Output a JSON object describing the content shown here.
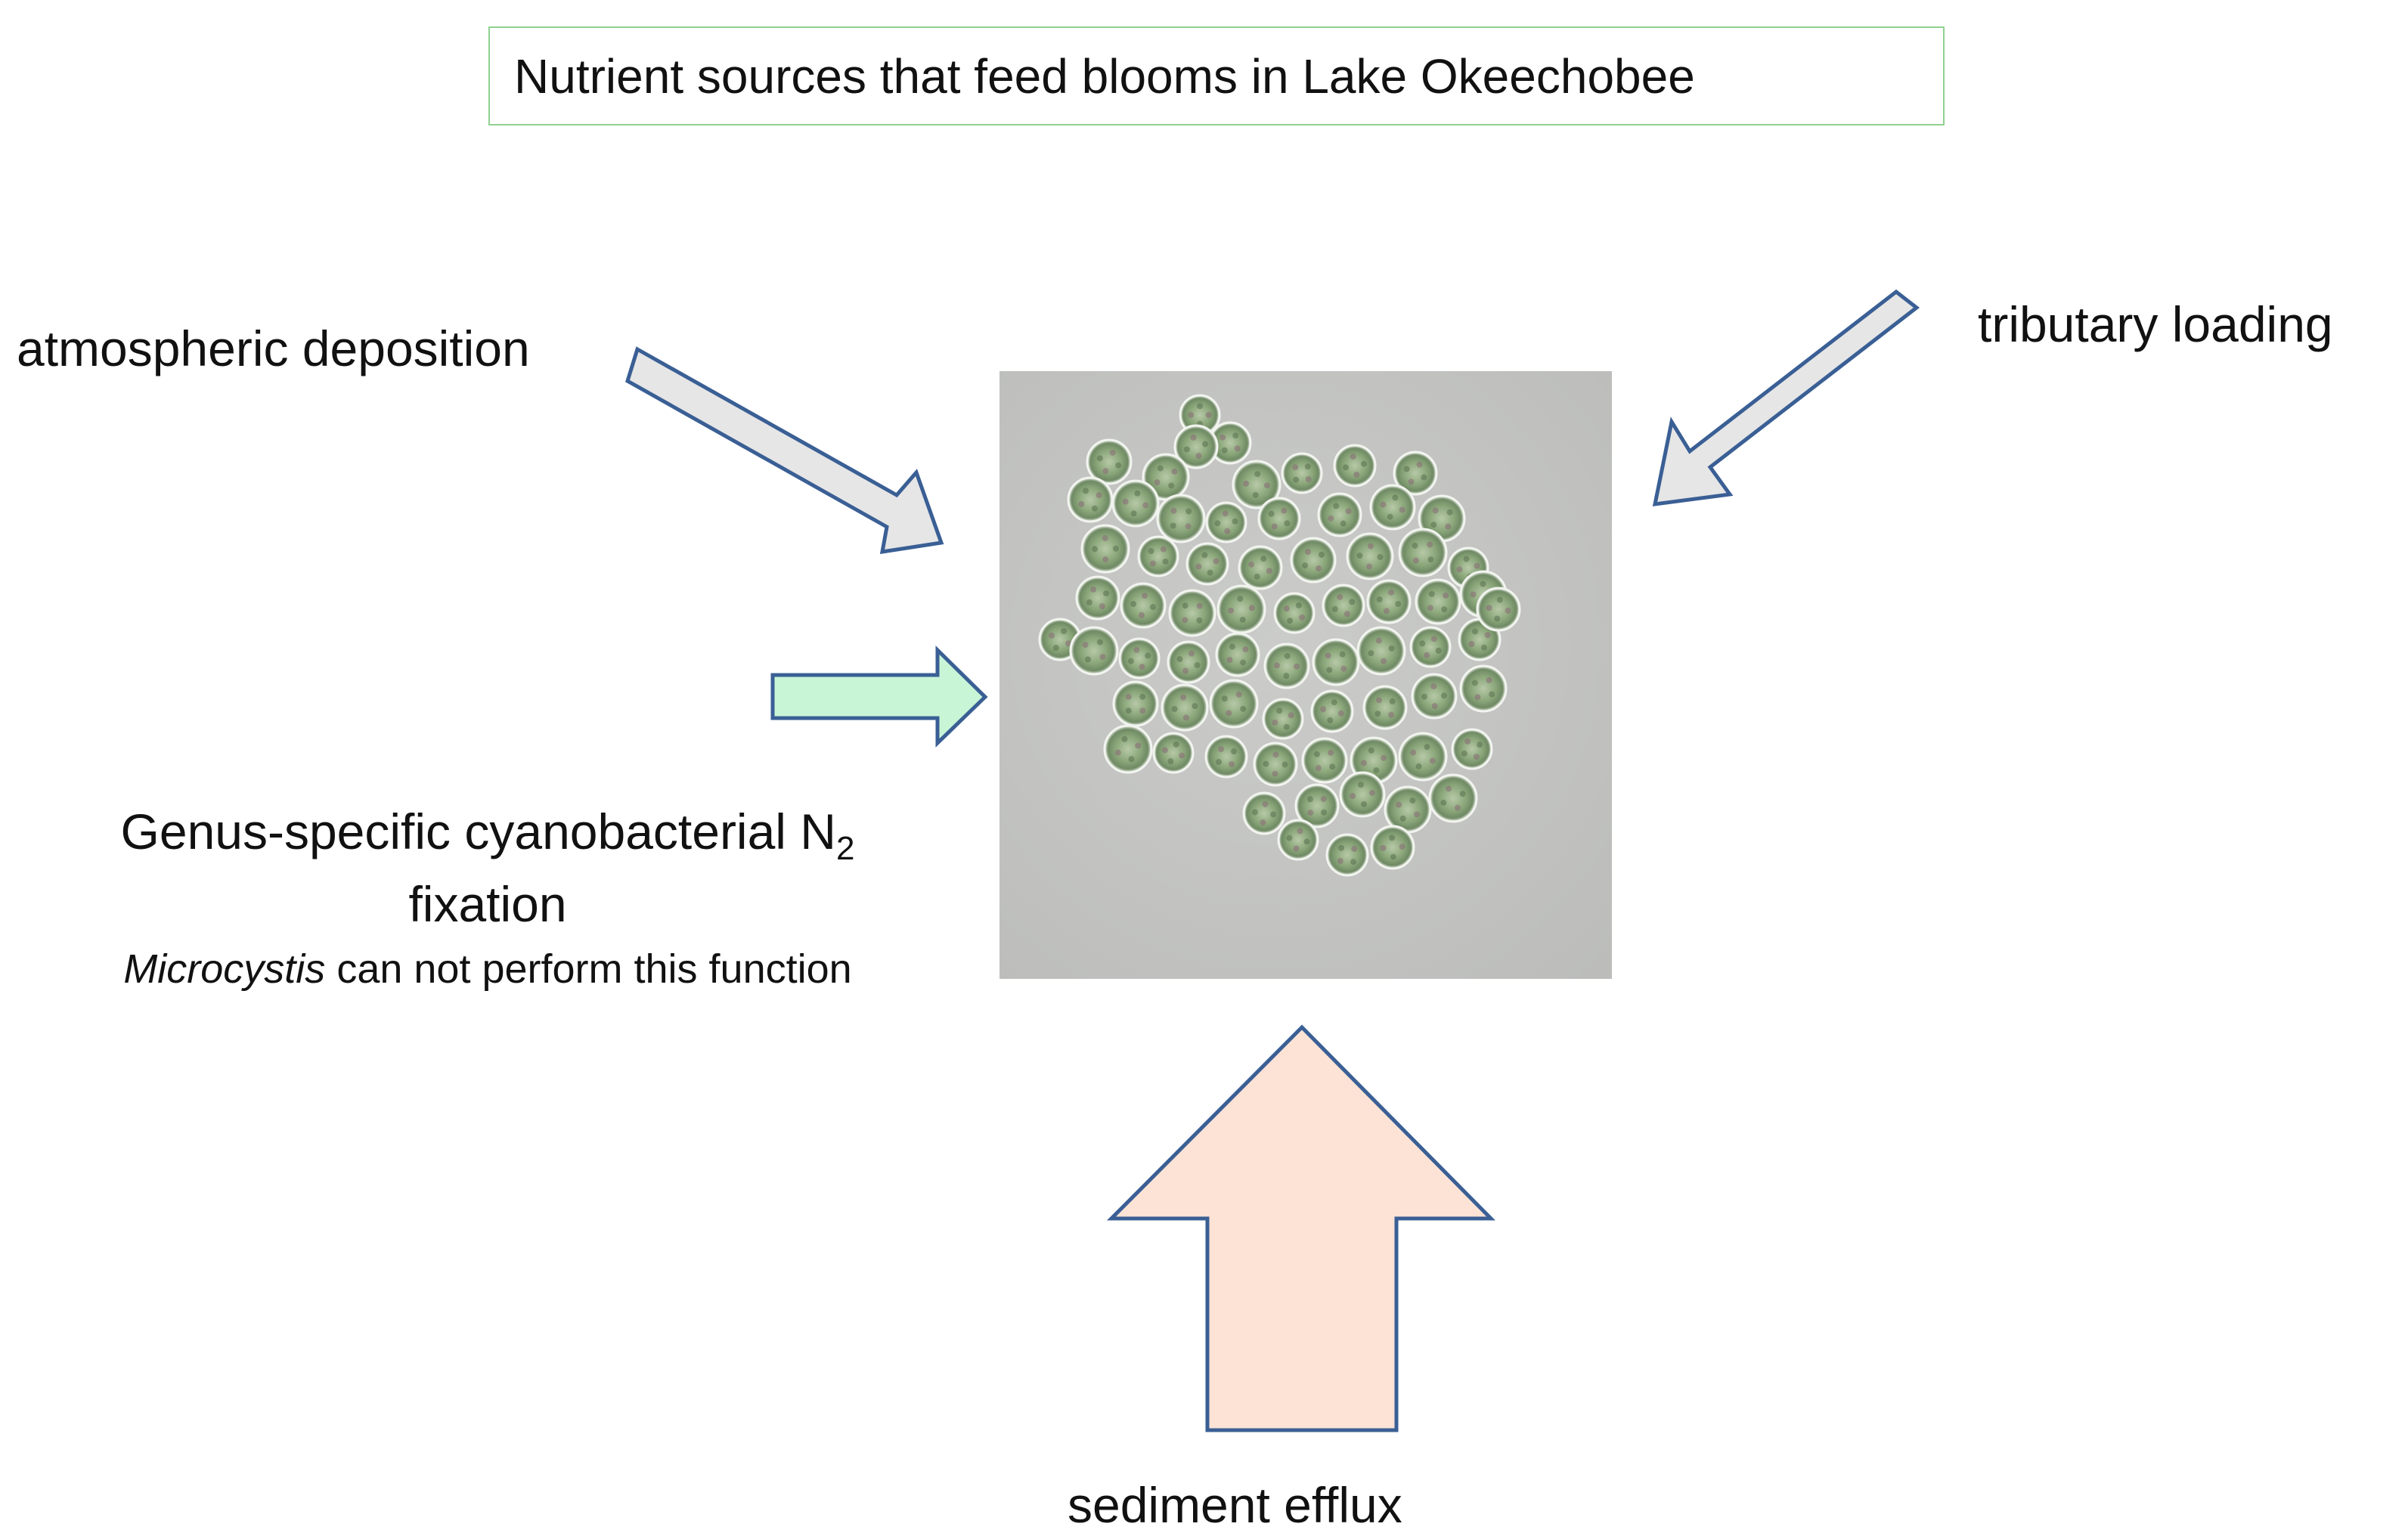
{
  "title": "Nutrient sources that feed blooms in Lake Okeechobee",
  "labels": {
    "atmospheric": "atmospheric deposition",
    "tributary": "tributary loading",
    "sediment": "sediment efflux",
    "fixation_main": "Genus-specific cyanobacterial N",
    "fixation_subscript": "2",
    "fixation_line2": "fixation",
    "fixation_note_italic": "Microcystis",
    "fixation_note_rest": " can not perform this function"
  },
  "colors": {
    "title_border": "#8fd18f",
    "arrow_outline": "#3a5f95",
    "atmospheric_fill": "#e6e6e6",
    "tributary_fill": "#e6e6e6",
    "fixation_fill": "#c9f5d7",
    "sediment_fill": "#fde3d6",
    "micrograph_bg": "#c4c5c4",
    "cell_color": "#8aa679"
  },
  "image": {
    "name": "microcystis-colony-micrograph"
  }
}
